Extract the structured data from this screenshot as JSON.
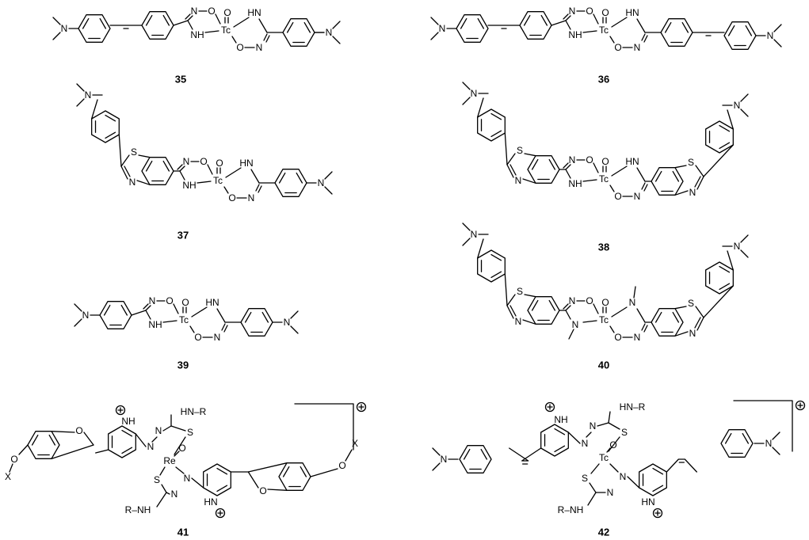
{
  "compounds": [
    {
      "id": "35",
      "metal": "Tc",
      "left_end": "dimethylaminostyryl",
      "right_end": "dimethylaminophenyl"
    },
    {
      "id": "36",
      "metal": "Tc",
      "left_end": "dimethylaminostyryl",
      "right_end": "dimethylaminostyryl"
    },
    {
      "id": "37",
      "metal": "Tc",
      "left_end": "dimethylaminophenyl-benzothiazole",
      "right_end": "dimethylaminophenyl"
    },
    {
      "id": "38",
      "metal": "Tc",
      "left_end": "dimethylaminophenyl-benzothiazole",
      "right_end": "dimethylaminophenyl-benzothiazole"
    },
    {
      "id": "39",
      "metal": "Tc",
      "left_end": "dimethylaminophenyl",
      "right_end": "dimethylaminophenyl"
    },
    {
      "id": "40",
      "metal": "Tc",
      "left_end": "dimethylaminophenyl-benzothiazole",
      "right_end": "dimethylaminophenyl-benzothiazole"
    },
    {
      "id": "41",
      "metal": "Re",
      "left_end": "benzofuranyl-pyridinium",
      "right_end": "benzofuranyl-pyridinium"
    },
    {
      "id": "42",
      "metal": "Tc",
      "left_end": "dimethylaminostyryl-pyridinium",
      "right_end": "dimethylaminostyryl-pyridinium"
    }
  ],
  "atoms": {
    "tc": "Tc",
    "re": "Re",
    "o": "O",
    "n": "N",
    "s": "S",
    "h": "H",
    "nh": "NH",
    "hn": "HN",
    "hn_r": "HN–R",
    "r_nh": "R–NH",
    "x": "X",
    "n_o": "N–O",
    "o_n": "O–N",
    "plus": "+"
  }
}
